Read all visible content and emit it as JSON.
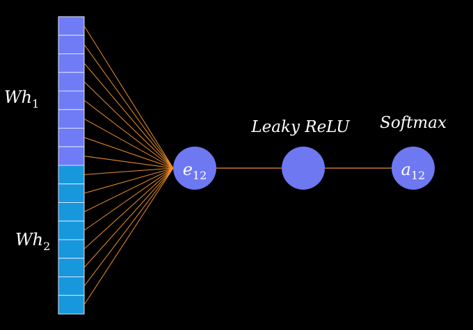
{
  "labels": {
    "wh1_base": "Wh",
    "wh1_sub": "1",
    "wh2_base": "Wh",
    "wh2_sub": "2",
    "leaky_relu": "Leaky ReLU",
    "softmax": "Softmax"
  },
  "nodes": {
    "e": {
      "base": "e",
      "sub": "12"
    },
    "relu": {
      "base": "",
      "sub": ""
    },
    "a": {
      "base": "a",
      "sub": "12"
    }
  },
  "vector": {
    "upper_cells": 8,
    "lower_cells": 8
  },
  "colors": {
    "background": "#000000",
    "upper_cell": "#6f7cf6",
    "lower_cell": "#1797dc",
    "cell_border": "#dfe4ff",
    "connector": "#ef8f2a",
    "node_fill": "#6e78f1"
  }
}
